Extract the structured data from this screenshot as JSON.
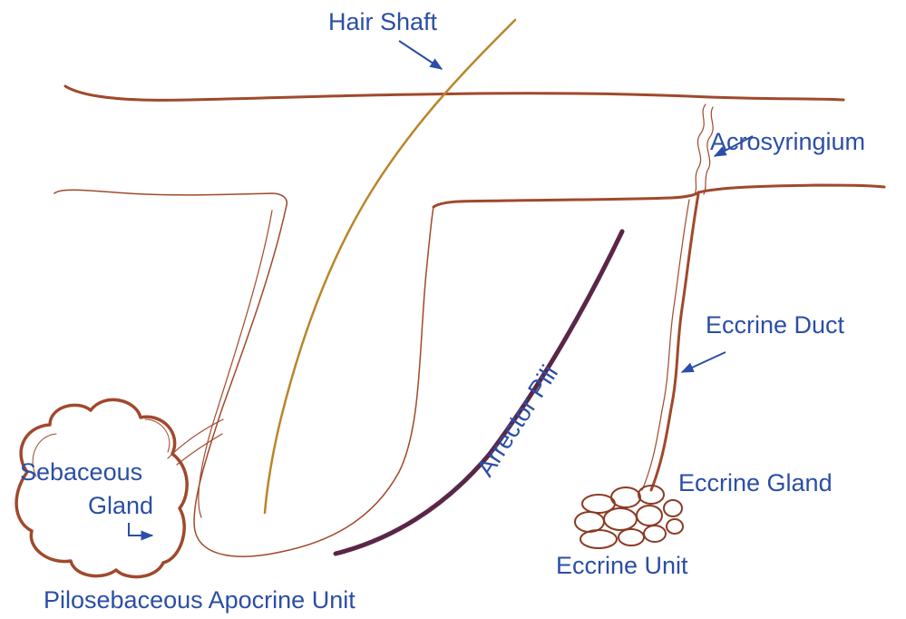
{
  "labels": {
    "hair_shaft": "Hair Shaft",
    "acrosyringium": "Acrosyringium",
    "eccrine_duct": "Eccrine Duct",
    "arrector_pili": "Arrector Pili",
    "sebaceous": "Sebaceous",
    "gland": "Gland",
    "eccrine_gland": "Eccrine Gland",
    "eccrine_unit": "Eccrine Unit",
    "pilosebaceous_apocrine_unit": "Pilosebaceous Apocrine Unit"
  },
  "colors": {
    "label_text": "#2b4ea6",
    "skin_line": "#a0492c",
    "hair_shaft": "#b8862a",
    "arrector_pili": "#5a2648"
  }
}
